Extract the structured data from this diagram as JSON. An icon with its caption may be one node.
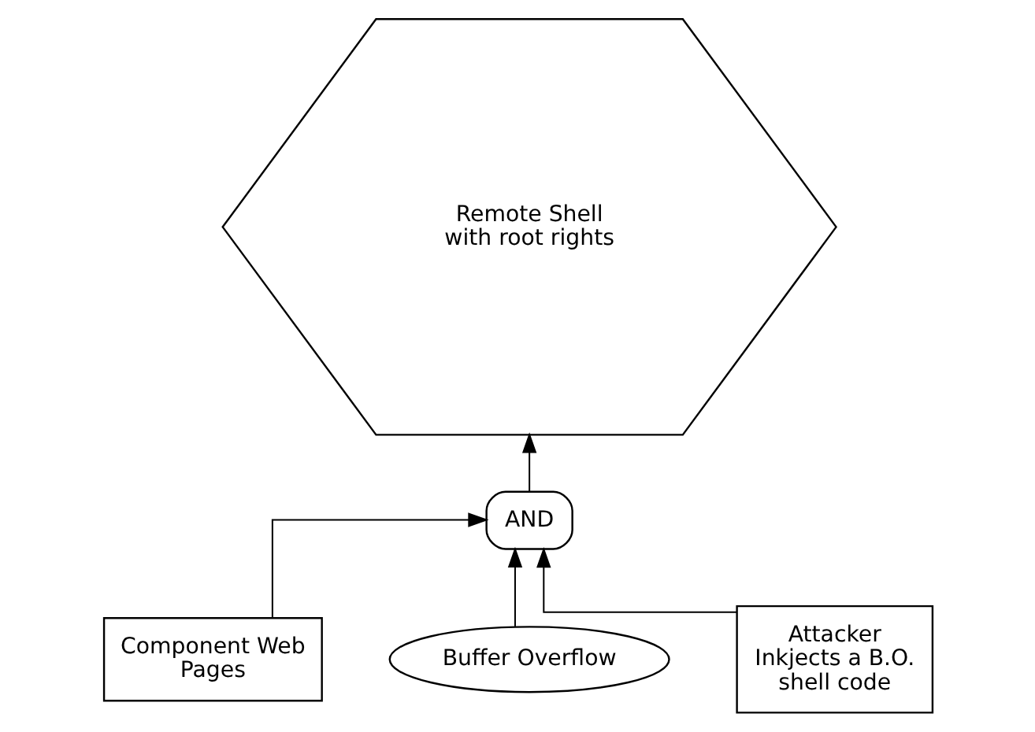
{
  "diagram": {
    "nodes": [
      {
        "text": [
          "Remote Shell with root rights"
        ]
      },
      {
        "text": [
          "AND"
        ]
      },
      {
        "text": [
          "Component Web Pages"
        ]
      },
      {
        "text": [
          "Buffer Overflow"
        ]
      },
      {
        "text": [
          "Attacker Inkjects a B.O. shell code"
        ]
      }
    ],
    "edges": [
      {
        "from": 1,
        "to": 0,
        "arrow": "to"
      },
      {
        "from": 2,
        "to": 1,
        "arrow": "to"
      },
      {
        "from": 3,
        "to": 1,
        "arrow": "to"
      },
      {
        "from": 4,
        "to": 1,
        "arrow": "to"
      }
    ]
  }
}
